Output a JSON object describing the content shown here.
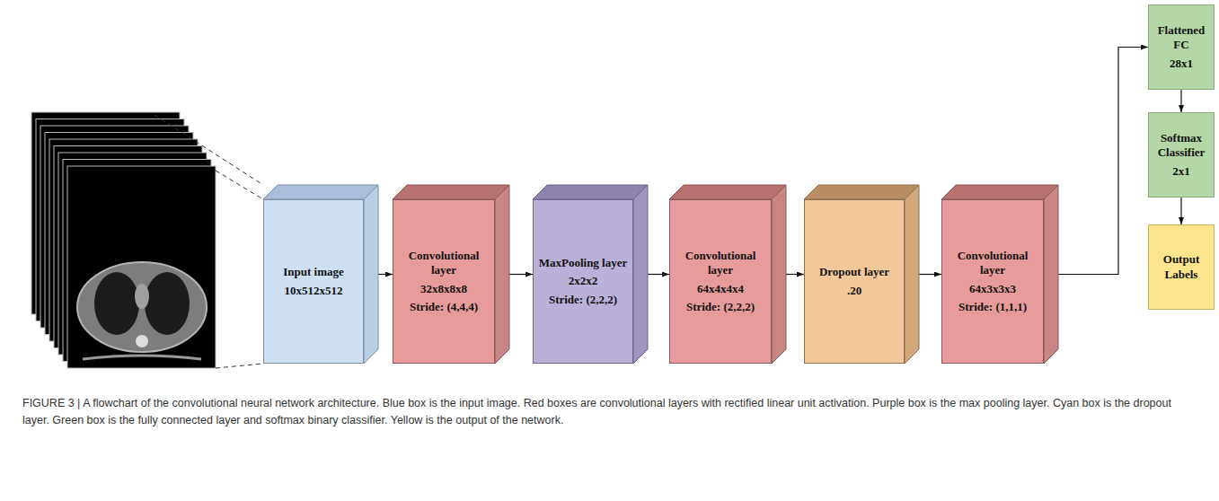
{
  "diagram": {
    "caption": "FIGURE 3 | A flowchart of the convolutional neural network architecture. Blue box is the input image. Red boxes are convolutional layers with rectified linear unit activation. Purple box is the max pooling layer. Cyan box is the dropout layer. Green box is the fully connected layer and softmax binary classifier. Yellow is the output of the network.",
    "nodes": [
      {
        "text": [
          "Input image",
          "10x512x512"
        ]
      },
      {
        "text": [
          "Convolutional layer",
          "32x8x8x8",
          "Stride: (4,4,4)"
        ]
      },
      {
        "text": [
          "MaxPooling layer",
          "2x2x2",
          "Stride: (2,2,2)"
        ]
      },
      {
        "text": [
          "Convolutional layer",
          "64x4x4x4",
          "Stride: (2,2,2)"
        ]
      },
      {
        "text": [
          "Dropout layer",
          ".20"
        ]
      },
      {
        "text": [
          "Convolutional layer",
          "64x3x3x3",
          "Stride: (1,1,1)"
        ]
      },
      {
        "text": [
          "Flattened FC",
          "28x1"
        ]
      },
      {
        "text": [
          "Softmax Classifier",
          "2x1"
        ]
      },
      {
        "text": [
          "Output Labels"
        ]
      }
    ],
    "edges": [
      {
        "from": 0,
        "to": 1,
        "arrow": "to"
      },
      {
        "from": 1,
        "to": 2,
        "arrow": "to"
      },
      {
        "from": 2,
        "to": 3,
        "arrow": "to"
      },
      {
        "from": 3,
        "to": 4,
        "arrow": "to"
      },
      {
        "from": 4,
        "to": 5,
        "arrow": "to"
      },
      {
        "from": 5,
        "to": 6,
        "arrow": "to"
      },
      {
        "from": 6,
        "to": 7,
        "arrow": "to"
      },
      {
        "from": 7,
        "to": 8,
        "arrow": "to"
      }
    ]
  }
}
